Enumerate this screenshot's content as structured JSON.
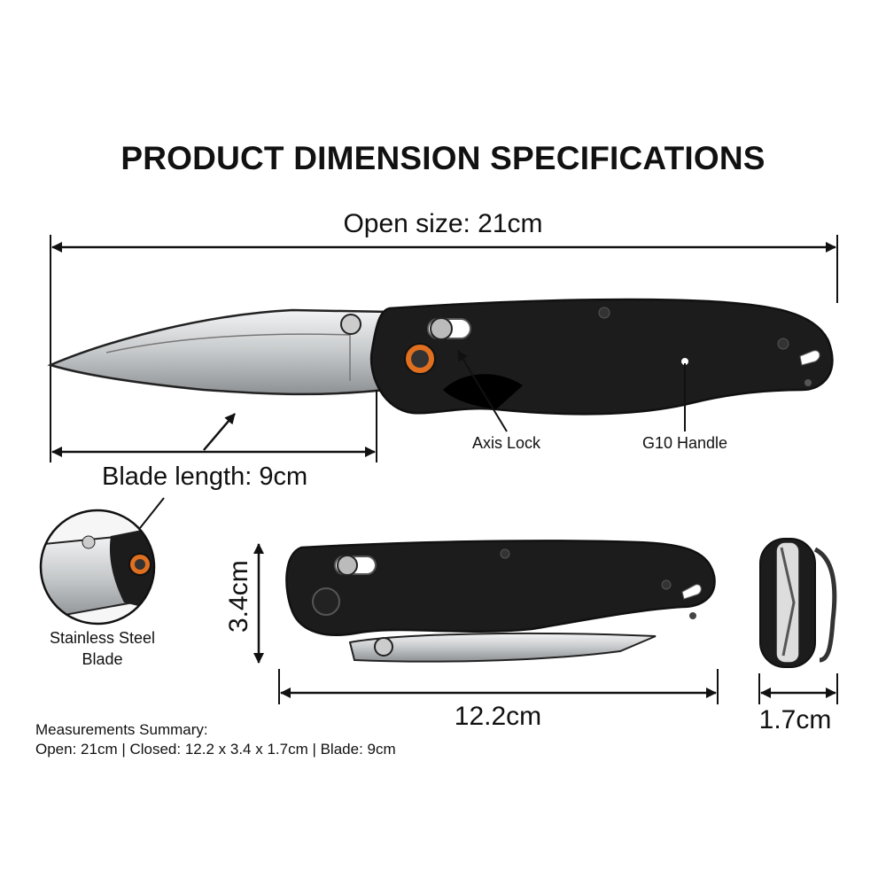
{
  "title": "PRODUCT DIMENSION SPECIFICATIONS",
  "open_size": "Open size: 21cm",
  "blade_length": "Blade length: 9cm",
  "callouts": {
    "axis_lock": "Axis Lock",
    "g10_handle": "G10 Handle",
    "steel_line1": "Stainless Steel",
    "steel_line2": "Blade"
  },
  "closed": {
    "height": "3.4cm",
    "length": "12.2cm",
    "width": "1.7cm"
  },
  "summary": {
    "heading": "Measurements Summary:",
    "line": "Open: 21cm | Closed: 12.2 x 3.4 x 1.7cm | Blade: 9cm"
  },
  "colors": {
    "handle": "#1c1c1c",
    "accent": "#e0701f",
    "blade": "#c9cbcd"
  }
}
